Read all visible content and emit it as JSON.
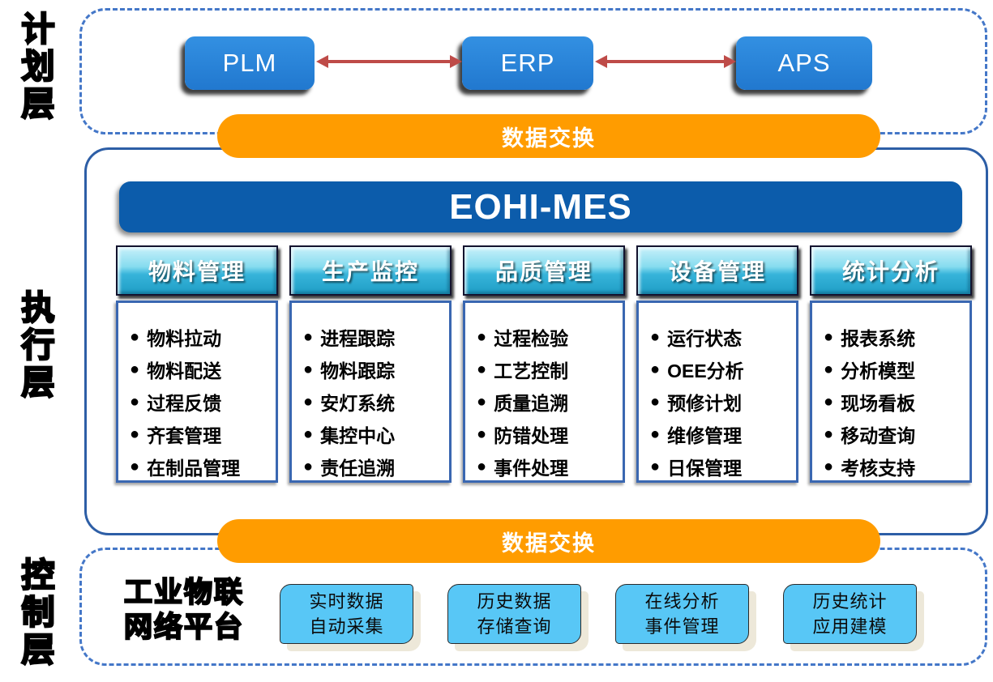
{
  "diagram": {
    "exchange_label": "数据交换",
    "layers": {
      "planning": {
        "label": "计划层",
        "systems": [
          "PLM",
          "ERP",
          "APS"
        ]
      },
      "execution": {
        "label": "执行层",
        "title": "EOHI-MES",
        "columns": [
          {
            "header": "物料管理",
            "items": [
              "物料拉动",
              "物料配送",
              "过程反馈",
              "齐套管理",
              "在制品管理"
            ]
          },
          {
            "header": "生产监控",
            "items": [
              "进程跟踪",
              "物料跟踪",
              "安灯系统",
              "集控中心",
              "责任追溯"
            ]
          },
          {
            "header": "品质管理",
            "items": [
              "过程检验",
              "工艺控制",
              "质量追溯",
              "防错处理",
              "事件处理"
            ]
          },
          {
            "header": "设备管理",
            "items": [
              "运行状态",
              "OEE分析",
              "预修计划",
              "维修管理",
              "日保管理"
            ]
          },
          {
            "header": "统计分析",
            "items": [
              "报表系统",
              "分析模型",
              "现场看板",
              "移动查询",
              "考核支持"
            ]
          }
        ]
      },
      "control": {
        "label": "控制层",
        "platform": {
          "line1": "工业物联",
          "line2": "网络平台"
        },
        "functions": [
          {
            "line1": "实时数据",
            "line2": "自动采集"
          },
          {
            "line1": "历史数据",
            "line2": "存储查询"
          },
          {
            "line1": "在线分析",
            "line2": "事件管理"
          },
          {
            "line1": "历史统计",
            "line2": "应用建模"
          }
        ]
      }
    },
    "colors": {
      "system_box_blue": "#2B86DB",
      "arrow_red": "#BE4B48",
      "banner_orange": "#FF9C00",
      "mes_banner_blue": "#0C5CAB",
      "header_cyan": "#37B4DA",
      "function_box_cyan": "#58C7F6",
      "container_border_blue": "#2D5EA6"
    }
  }
}
